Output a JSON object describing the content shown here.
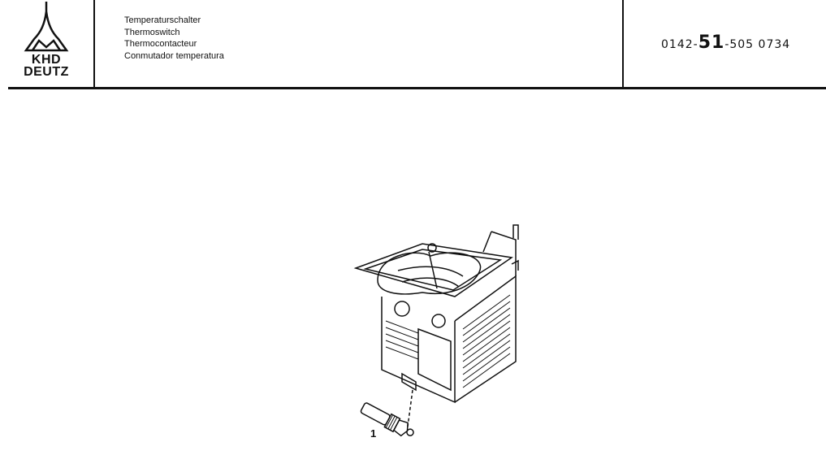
{
  "logo": {
    "line1": "KHD",
    "line2": "DEUTZ"
  },
  "titles": [
    "Temperaturschalter",
    "Thermoswitch",
    "Thermocontacteur",
    "Conmutador temperatura"
  ],
  "part_number": {
    "prefix": "0142-",
    "group": "51",
    "suffix": "-505 0734"
  },
  "illustration": {
    "callout": "1"
  }
}
